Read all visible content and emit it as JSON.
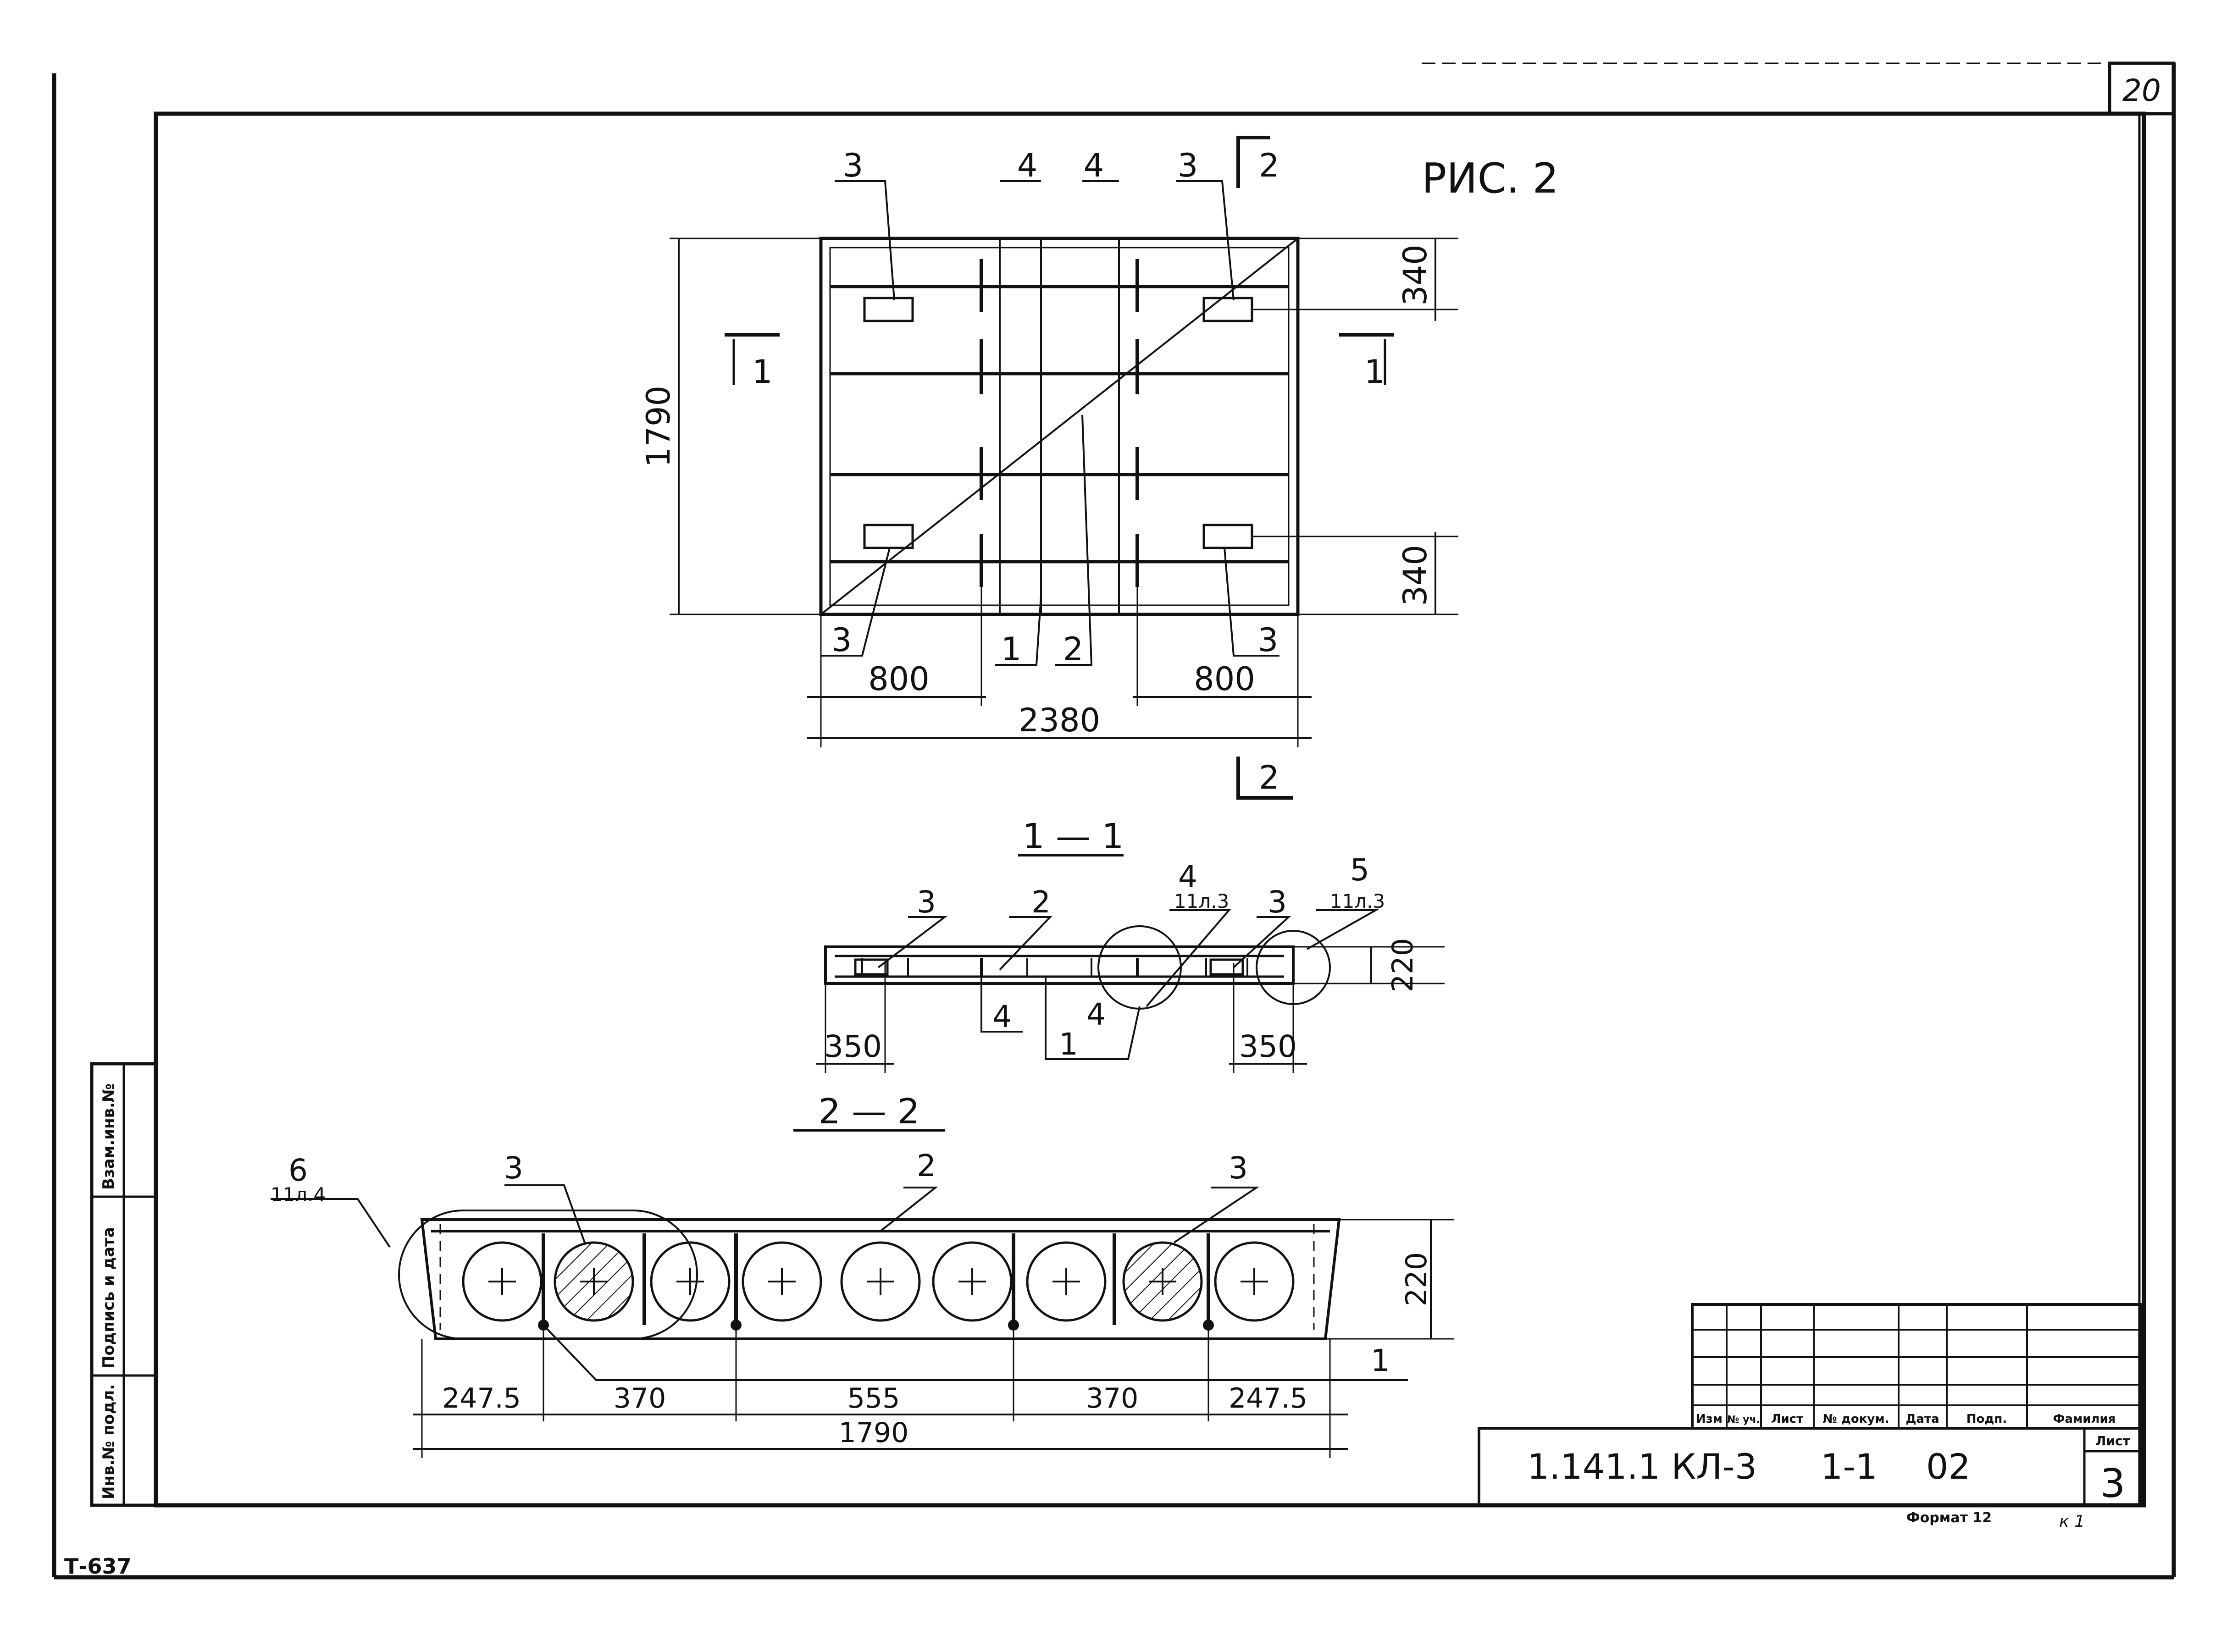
{
  "sheet": {
    "page_number": "20",
    "figure_title": "РИС. 2",
    "code": "1.141.1 КЛ-3",
    "section": "1-1",
    "issue": "02",
    "sheet_label": "Лист",
    "sheet_number": "3",
    "format": "Формат 12",
    "stamp": "Т-637",
    "scribble": "к 1"
  },
  "side_stamp": {
    "inv_orig": "Инв.№ подл.",
    "signature_date": "Подпись и дата",
    "inv_replace": "Взам.инв.№"
  },
  "title_block": {
    "headers": [
      "Изм",
      "№ уч.",
      "Лист",
      "№ докум.",
      "Дата",
      "Подп.",
      "Фамилия"
    ]
  },
  "plan": {
    "cut_1": "1",
    "cut_2": "2",
    "callouts": {
      "c3": "3",
      "c4": "4",
      "c1": "1",
      "c2": "2"
    },
    "dimensions": {
      "height": "1790",
      "top_offset": "340",
      "bottom_offset": "340",
      "left_zone": "800",
      "right_zone": "800",
      "width": "2380"
    }
  },
  "section_1_1": {
    "title": "1 — 1",
    "callouts": {
      "c3": "3",
      "c2": "2",
      "c4": "4",
      "c1": "1",
      "c5": "5",
      "ref_sheet_3": "11л.3"
    },
    "dimensions": {
      "height": "220",
      "left_end": "350",
      "right_end": "350"
    }
  },
  "section_2_2": {
    "title": "2 — 2",
    "callouts": {
      "c6": "6",
      "ref_sheet_4": "11л.4",
      "c3": "3",
      "c2": "2",
      "c1": "1"
    },
    "dimensions": {
      "height": "220",
      "d1": "247.5",
      "d2": "370",
      "d3": "555",
      "d4": "370",
      "d5": "247.5",
      "total": "1790"
    }
  }
}
